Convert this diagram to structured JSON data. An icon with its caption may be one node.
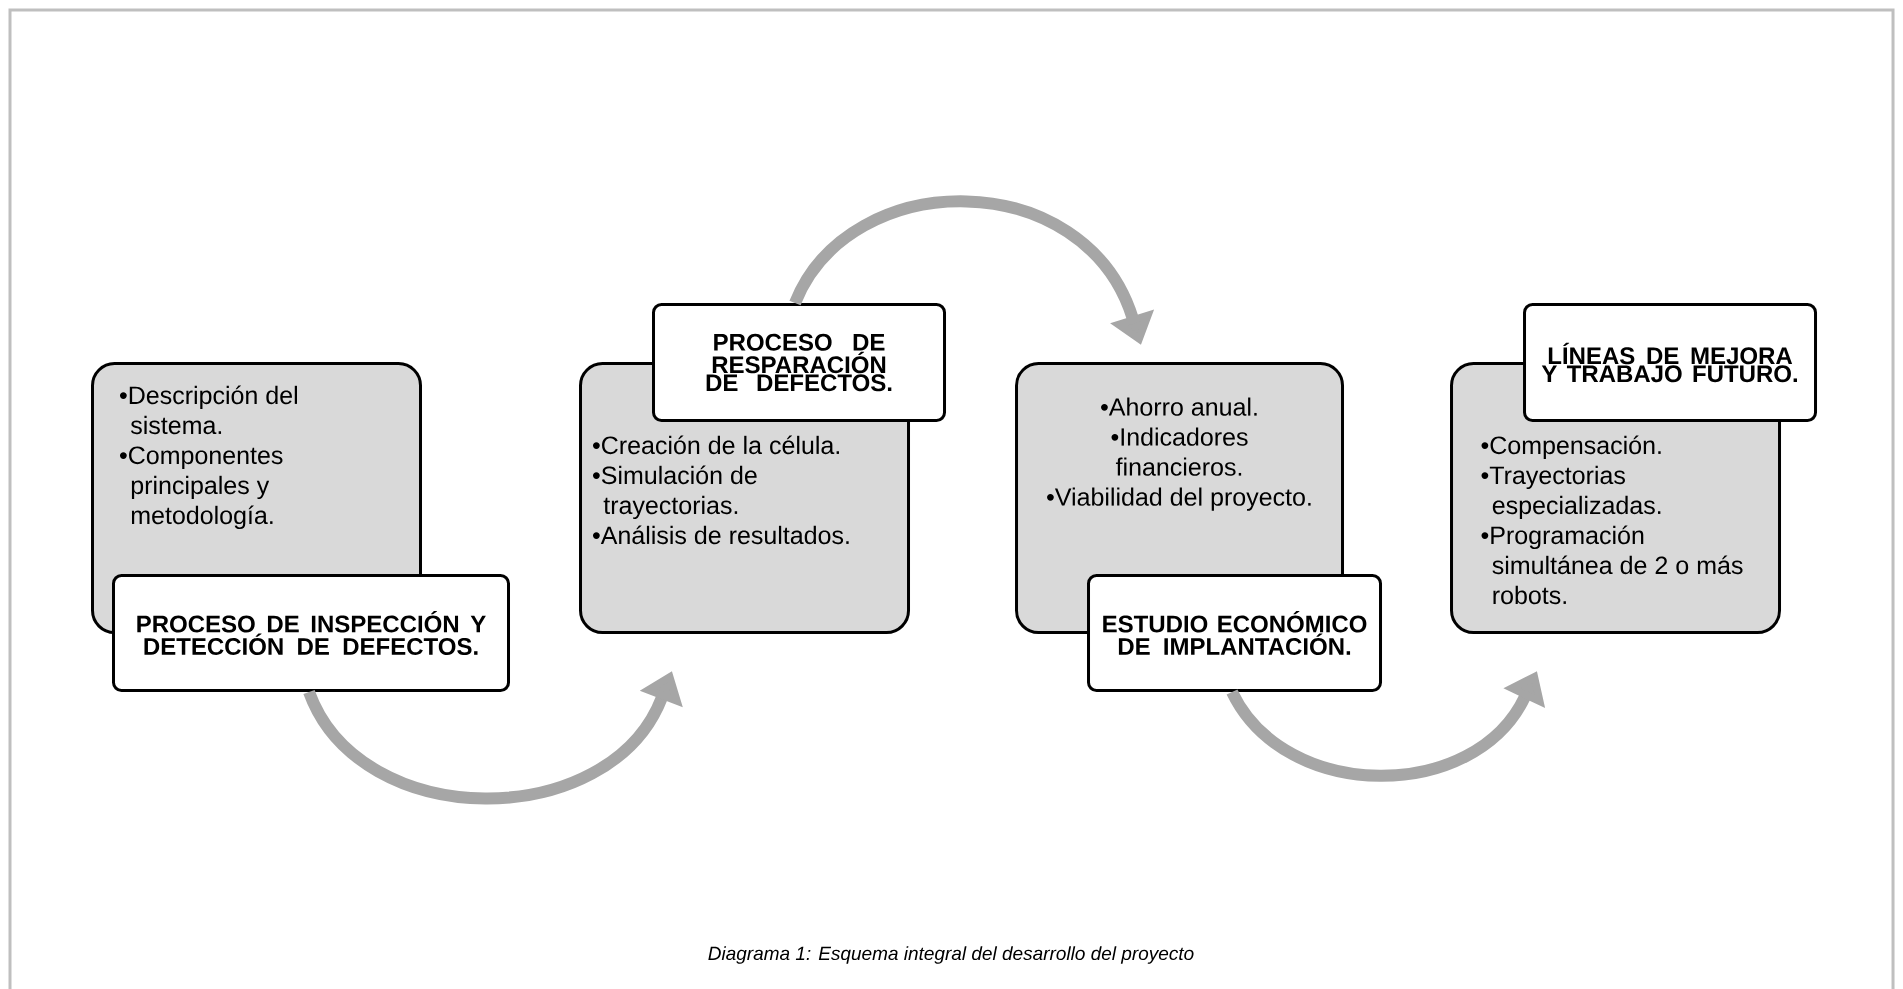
{
  "diagram": {
    "caption": "Diagrama 1: Esquema integral del desarrollo del proyecto",
    "nodes": [
      {
        "text": [
          "•Descripción del sistema.",
          "•Componentes principales y metodología."
        ]
      },
      {
        "text": [
          "PROCESO DE INSPECCIÓN Y DETECCIÓN DE DEFECTOS."
        ]
      },
      {
        "text": [
          "•Creación de la célula.",
          "•Simulación de trayectorias.",
          "•Análisis de resultados."
        ]
      },
      {
        "text": [
          "PROCESO DE RESPARACIÓN DE DEFECTOS."
        ]
      },
      {
        "text": [
          "•Ahorro anual.",
          "•Indicadores financieros.",
          "•Viabilidad del proyecto."
        ]
      },
      {
        "text": [
          "ESTUDIO ECONÓMICO DE IMPLANTACIÓN."
        ]
      },
      {
        "text": [
          "•Compensación.",
          "•Trayectorias especializadas.",
          "•Programación simultánea de 2 o más robots."
        ]
      },
      {
        "text": [
          "LÍNEAS DE MEJORA Y TRABAJO FUTURO."
        ]
      }
    ],
    "edges": [
      {
        "from": 1,
        "to": 2,
        "arrow": "to"
      },
      {
        "from": 3,
        "to": 4,
        "arrow": "to"
      },
      {
        "from": 5,
        "to": 6,
        "arrow": "to"
      }
    ]
  }
}
